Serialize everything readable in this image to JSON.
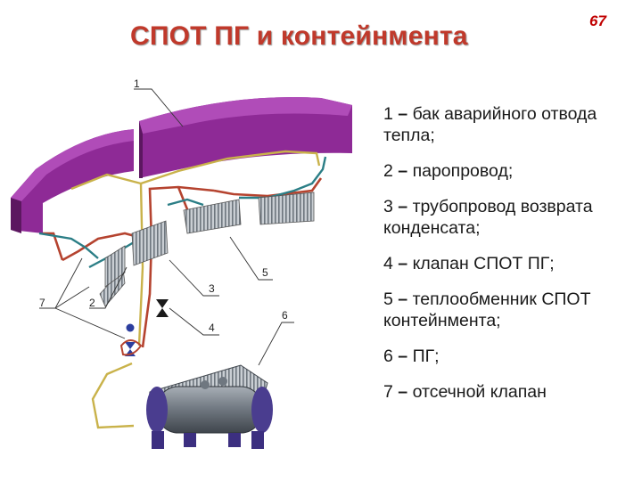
{
  "page": {
    "title": "СПОТ ПГ и контейнмента",
    "page_number": "67"
  },
  "diagram": {
    "callouts": [
      "1",
      "2",
      "3",
      "4",
      "5",
      "6",
      "7"
    ],
    "colors": {
      "tank": "#8e2a96",
      "tank_dark": "#5c1760",
      "steam_line": "#b5432f",
      "return_line": "#c9b24a",
      "exchanger": "#9aa3ab",
      "steam_generator": "#6f7780"
    }
  },
  "legend": {
    "items": [
      {
        "num": "1",
        "dash": "–",
        "text": "бак аварийного отвода тепла;"
      },
      {
        "num": "2",
        "dash": "–",
        "text": "паропровод;"
      },
      {
        "num": "3",
        "dash": "–",
        "text": "трубопровод возврата конденсата;"
      },
      {
        "num": "4",
        "dash": "–",
        "text": "клапан СПОТ ПГ;"
      },
      {
        "num": "5",
        "dash": "–",
        "text": "теплообменник СПОТ контейнмента;"
      },
      {
        "num": "6",
        "dash": "–",
        "text": "ПГ;"
      },
      {
        "num": "7",
        "dash": "–",
        "text": "отсечной клапан"
      }
    ]
  }
}
